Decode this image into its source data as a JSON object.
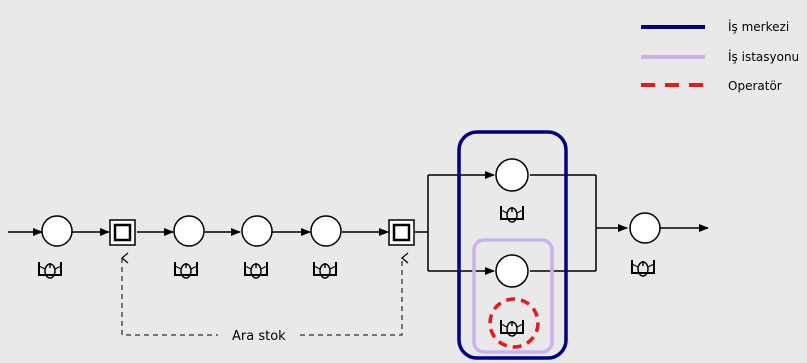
{
  "legend": {
    "work_center": {
      "label": "İş merkezi",
      "color": "#000080"
    },
    "work_station": {
      "label": "İş istasyonu",
      "color": "#c9b3ea"
    },
    "operator": {
      "label": "Operatör",
      "color": "#e31b1b"
    }
  },
  "annotation": {
    "buffer_label": "Ara stok"
  },
  "colors": {
    "background": "#e9e9e9",
    "line": "#000000"
  }
}
